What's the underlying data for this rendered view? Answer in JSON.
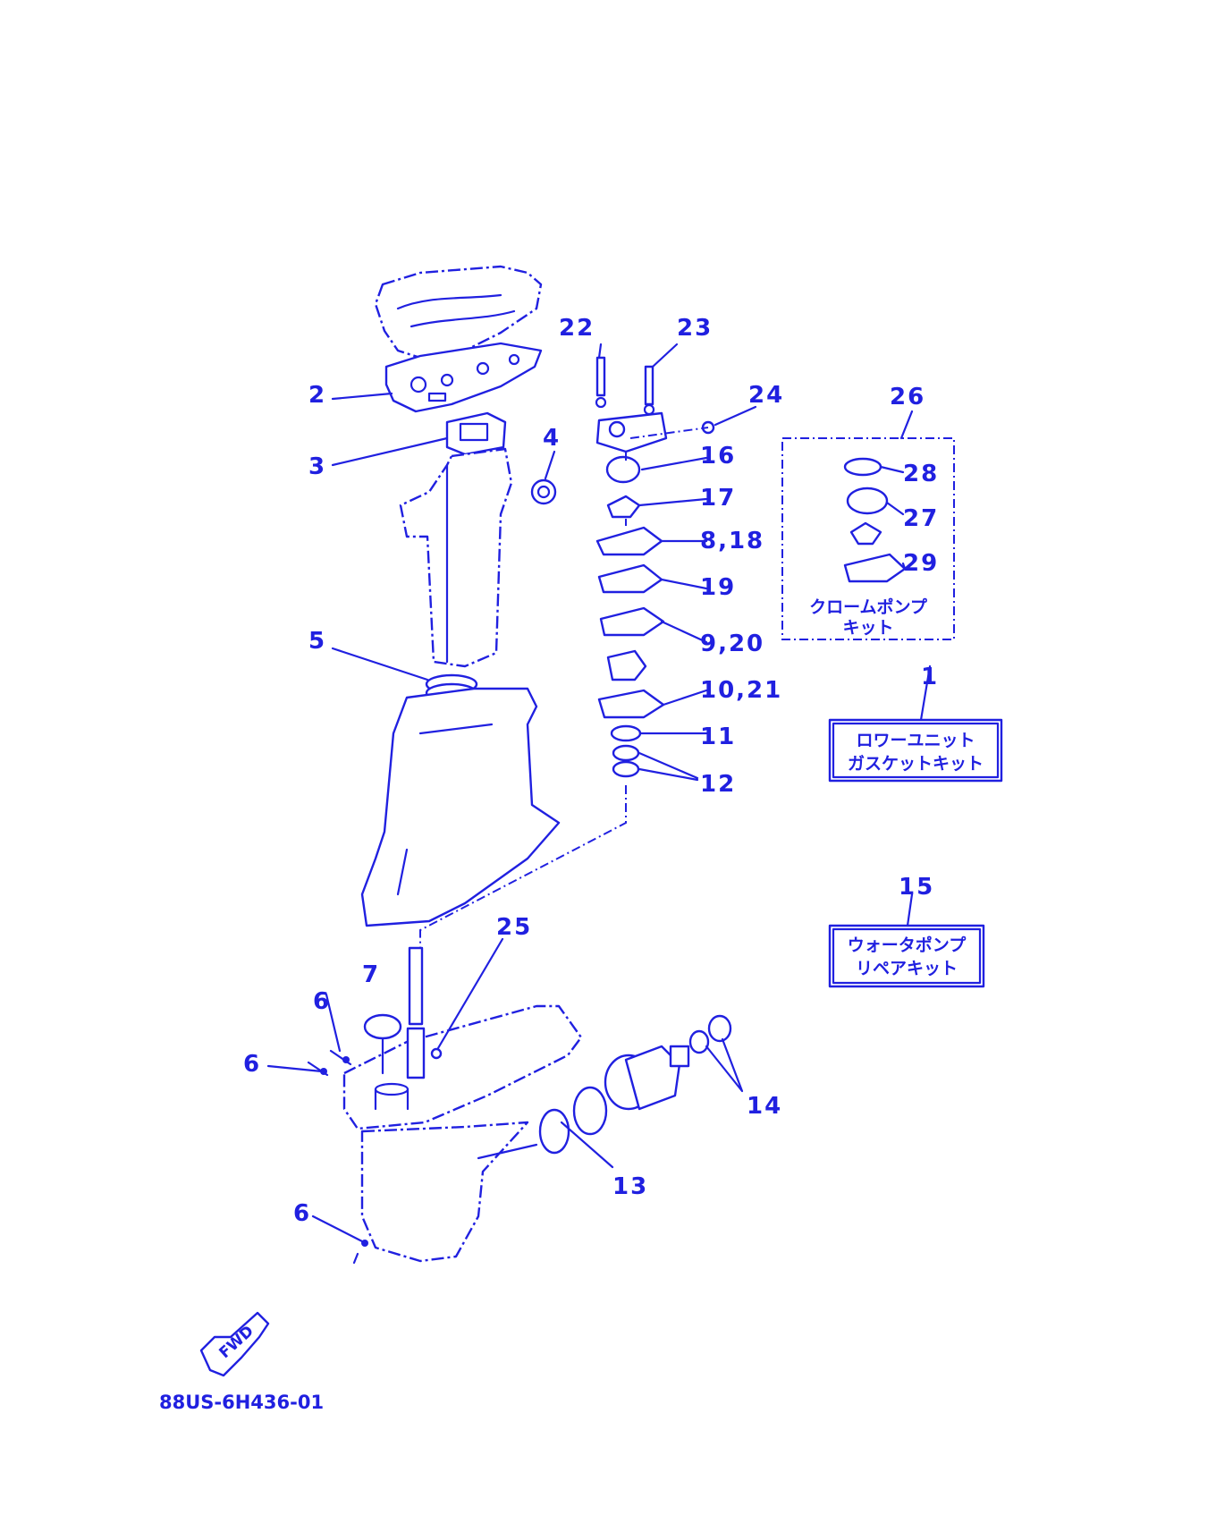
{
  "colors": {
    "ink": "#2020e0",
    "background": "#ffffff"
  },
  "callouts": {
    "c2": "2",
    "c3": "3",
    "c4": "4",
    "c5": "5",
    "c6a": "6",
    "c6b": "6",
    "c6c": "6",
    "c7": "7",
    "c22": "22",
    "c23": "23",
    "c24": "24",
    "c25": "25",
    "c16": "16",
    "c17": "17",
    "c8_18": "8,18",
    "c19": "19",
    "c9_20": "9,20",
    "c10_21": "10,21",
    "c11": "11",
    "c12": "12",
    "c13": "13",
    "c14": "14",
    "c26": "26",
    "c27": "27",
    "c28": "28",
    "c29": "29",
    "c1": "1",
    "c15": "15"
  },
  "kits": {
    "chrome_pump": {
      "line1": "クロームポンプ",
      "line2": "キット"
    },
    "lower_unit": {
      "line1": "ロワーユニット",
      "line2": "ガスケットキット"
    },
    "water_pump": {
      "line1": "ウォータポンプ",
      "line2": "リペアキット"
    }
  },
  "fwd_label": "FWD",
  "diagram_code": "88US-6H436-01"
}
